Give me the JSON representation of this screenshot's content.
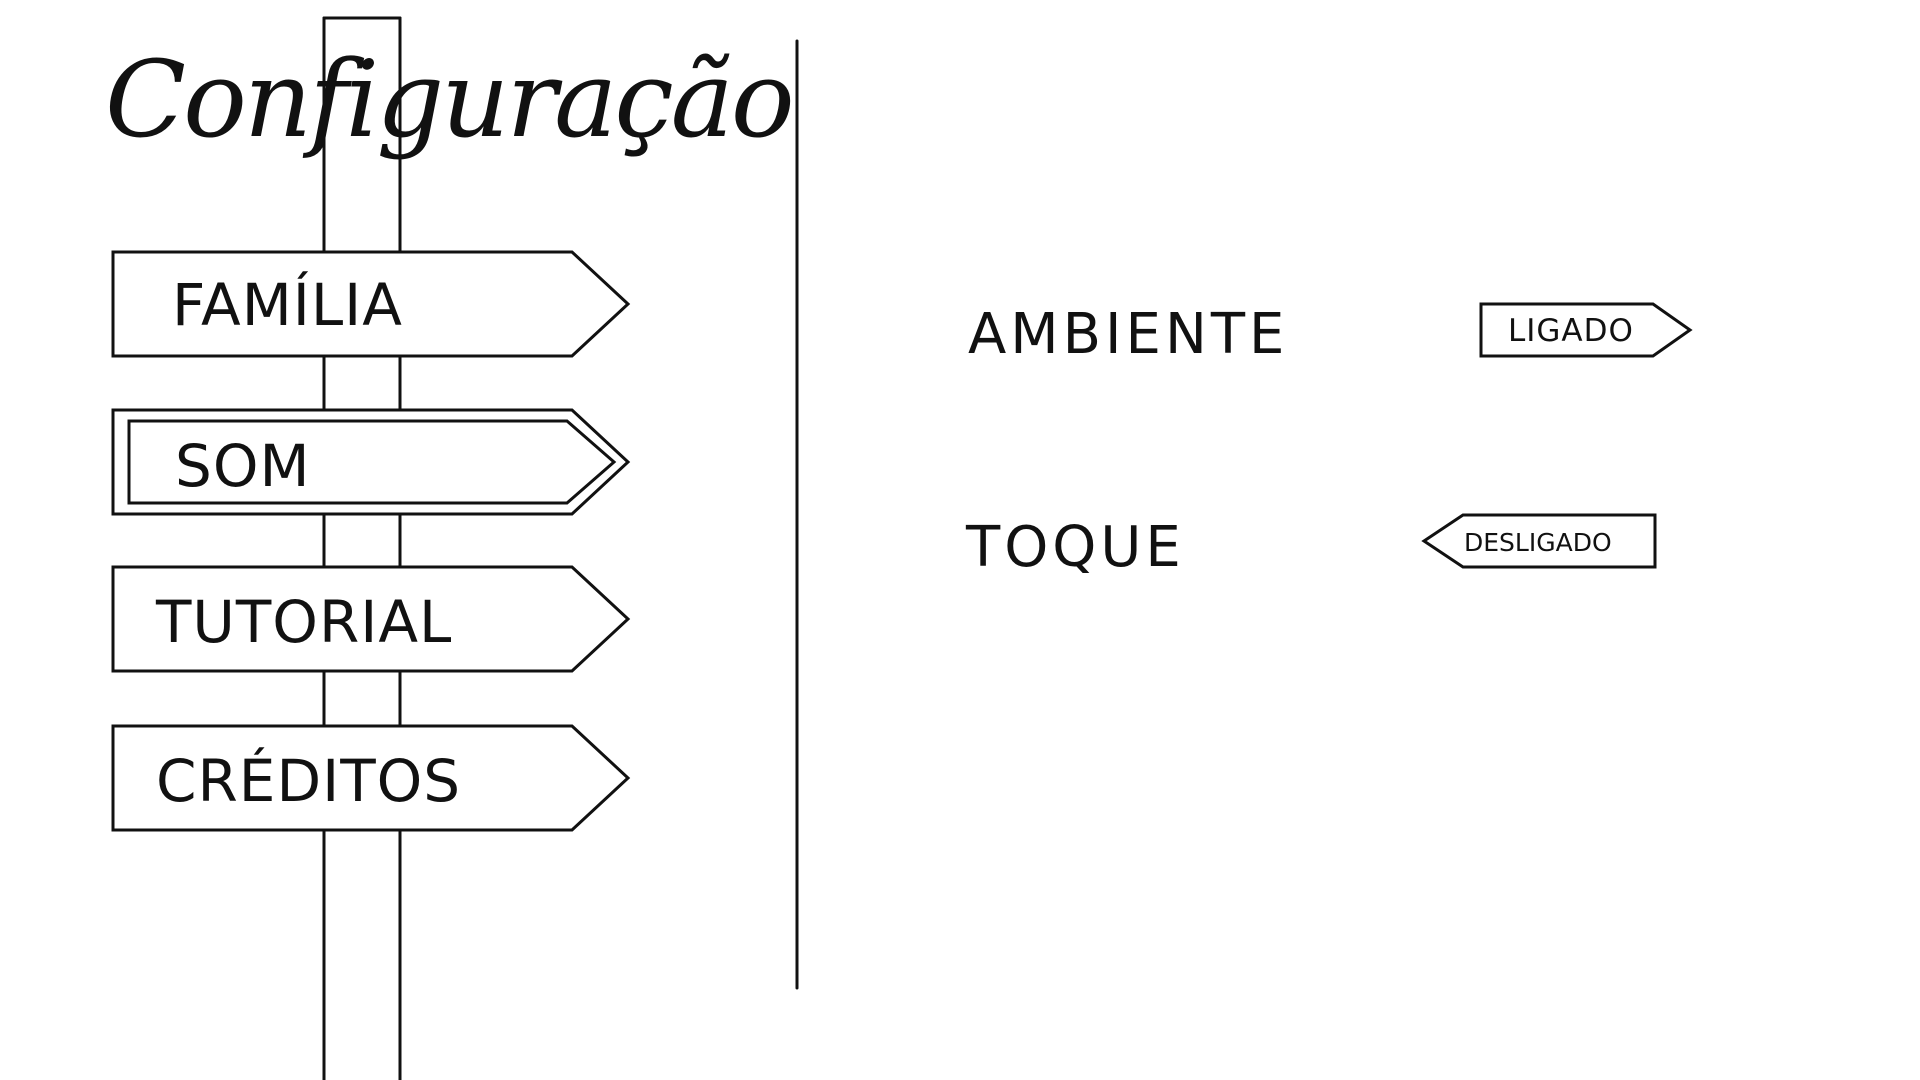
{
  "screen": {
    "title": "Configuração"
  },
  "menu": {
    "items": [
      {
        "id": "familia",
        "label": "FAMÍLIA",
        "selected": false
      },
      {
        "id": "som",
        "label": "SOM",
        "selected": true
      },
      {
        "id": "tutorial",
        "label": "TUTORIAL",
        "selected": false
      },
      {
        "id": "creditos",
        "label": "CRÉDITOS",
        "selected": false
      }
    ]
  },
  "settings": {
    "ambiente": {
      "label": "AMBIENTE",
      "value_label": "LIGADO"
    },
    "toque": {
      "label": "TOQUE",
      "value_label": "DESLIGADO"
    }
  },
  "colors": {
    "ink": "#111111",
    "background": "#ffffff"
  }
}
